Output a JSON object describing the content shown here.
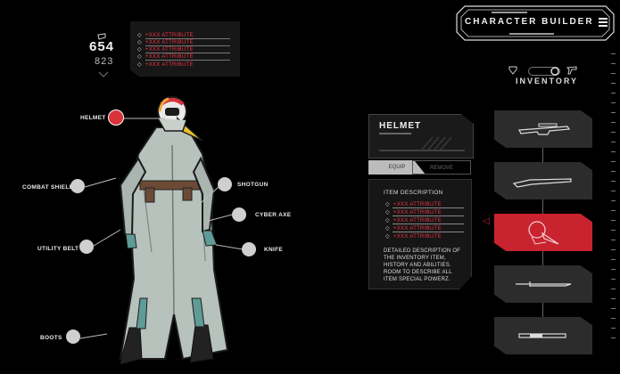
{
  "stats": {
    "primary": "654",
    "secondary": "823"
  },
  "attribute_card": {
    "items": [
      "+XXX ATTRIBUTE",
      "+XXX ATTRIBUTE",
      "+XXX ATTRIBUTE",
      "+XXX ATTRIBUTE",
      "+XXX ATTRIBUTE"
    ]
  },
  "header": {
    "title": "CHARACTER BUILDER"
  },
  "inventory": {
    "label": "INVENTORY"
  },
  "callouts": {
    "helmet": "HELMET",
    "combat_shield": "COMBAT SHIELD",
    "utility_belt": "UTILITY BELT",
    "boots": "BOOTS",
    "shotgun": "SHOTGUN",
    "cyber_axe": "CYBER AXE",
    "knife": "KNIFE"
  },
  "detail": {
    "title": "HELMET",
    "equip_label": "EQUIP",
    "remove_label": "REMOVE",
    "description_heading": "ITEM DESCRIPTION",
    "attributes": [
      "+XXX ATTRIBUTE",
      "+XXX ATTRIBUTE",
      "+XXX ATTRIBUTE",
      "+XXX ATTRIBUTE",
      "+XXX ATTRIBUTE"
    ],
    "description": "DETAILED DESCRIPTION OF THE INVENTORY ITEM, HISTORY AND ABILITIES. ROOM TO DESCRIBE ALL ITEM SPECIAL POWERZ."
  },
  "inventory_slots": [
    {
      "icon": "rifle-icon",
      "selected": false
    },
    {
      "icon": "shotgun-icon",
      "selected": false
    },
    {
      "icon": "helmet-icon",
      "selected": true
    },
    {
      "icon": "knife-icon",
      "selected": false
    },
    {
      "icon": "blade-icon",
      "selected": false
    }
  ],
  "colors": {
    "accent": "#c8232f",
    "attribute_text": "#e23340",
    "panel": "#1a1a1a"
  }
}
